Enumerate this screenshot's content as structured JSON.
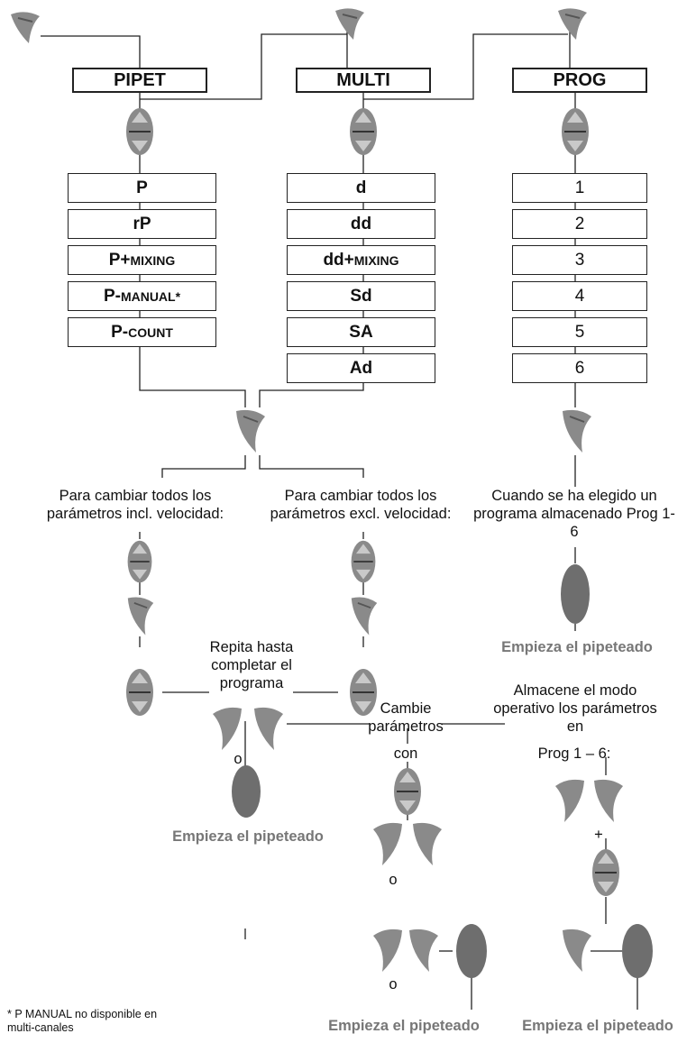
{
  "modes": [
    {
      "label": "PIPET",
      "options": [
        {
          "main": "P",
          "small": ""
        },
        {
          "main": "rP",
          "small": ""
        },
        {
          "main": "P+",
          "small": "MIXING"
        },
        {
          "main": "P-",
          "small": "MANUAL*"
        },
        {
          "main": "P-",
          "small": "COUNT"
        }
      ]
    },
    {
      "label": "MULTI",
      "options": [
        {
          "main": "d",
          "small": ""
        },
        {
          "main": "dd",
          "small": ""
        },
        {
          "main": "dd+",
          "small": "MIXING"
        },
        {
          "main": "Sd",
          "small": ""
        },
        {
          "main": "SA",
          "small": ""
        },
        {
          "main": "Ad",
          "small": ""
        }
      ]
    },
    {
      "label": "PROG",
      "options": [
        "1",
        "2",
        "3",
        "4",
        "5",
        "6"
      ]
    }
  ],
  "texts": {
    "change_incl": "Para cambiar todos los parámetros incl. velocidad:",
    "change_excl": "Para cambiar todos los parámetros excl. velocidad:",
    "stored_program": "Cuando se ha elegido un programa almacenado Prog 1-6",
    "repeat": "Repita hasta completar el programa",
    "change_params": "Cambie parámetros",
    "store_mode": "Almacene el modo operativo los parámetros en",
    "with": "con",
    "prog_range": "Prog 1 – 6:",
    "or": "o",
    "plus": "+",
    "start": "Empieza el pipeteado",
    "footnote": "* P MANUAL no disponible en multi-canales"
  },
  "colors": {
    "icon_gray": "#8a8a8a",
    "dark_gray": "#6e6e6e",
    "start_text": "#777777"
  }
}
